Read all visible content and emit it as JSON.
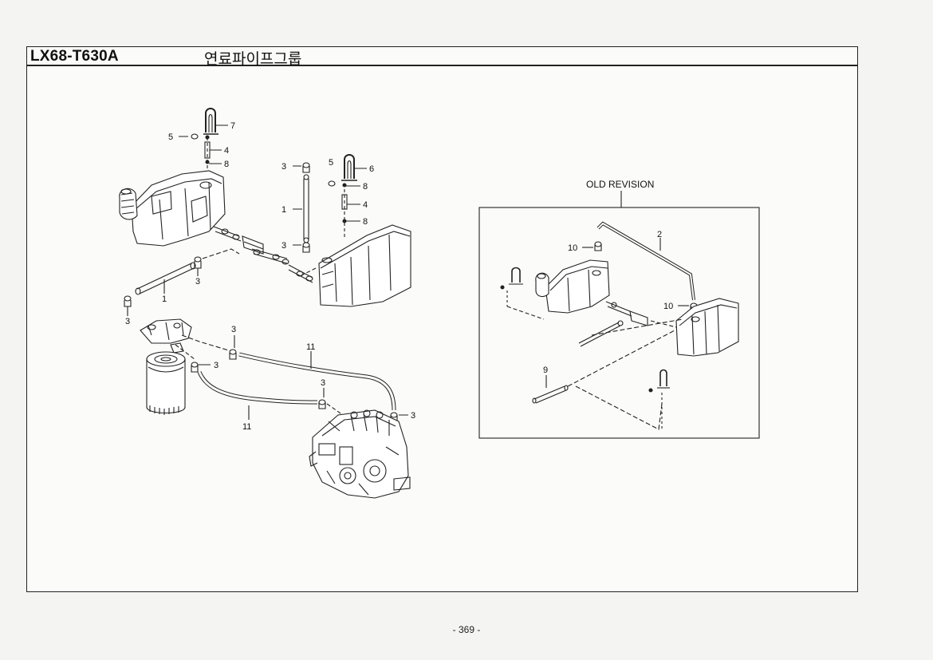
{
  "header": {
    "model_code": "LX68-T630A",
    "group_title": "연료파이프그룹"
  },
  "diagram": {
    "old_revision_label": "OLD REVISION",
    "callouts": {
      "n1": "1",
      "n2": "2",
      "n3": "3",
      "n4": "4",
      "n5": "5",
      "n6": "6",
      "n7": "7",
      "n8": "8",
      "n9": "9",
      "n10": "10",
      "n11": "11"
    },
    "components": [
      "fuel-tank",
      "sub-tank",
      "fuel-filter",
      "injection-pump",
      "fuel-pipe",
      "hose-clamp",
      "banjo-bolt",
      "gasket"
    ]
  },
  "footer": {
    "page_number": "- 369 -"
  }
}
